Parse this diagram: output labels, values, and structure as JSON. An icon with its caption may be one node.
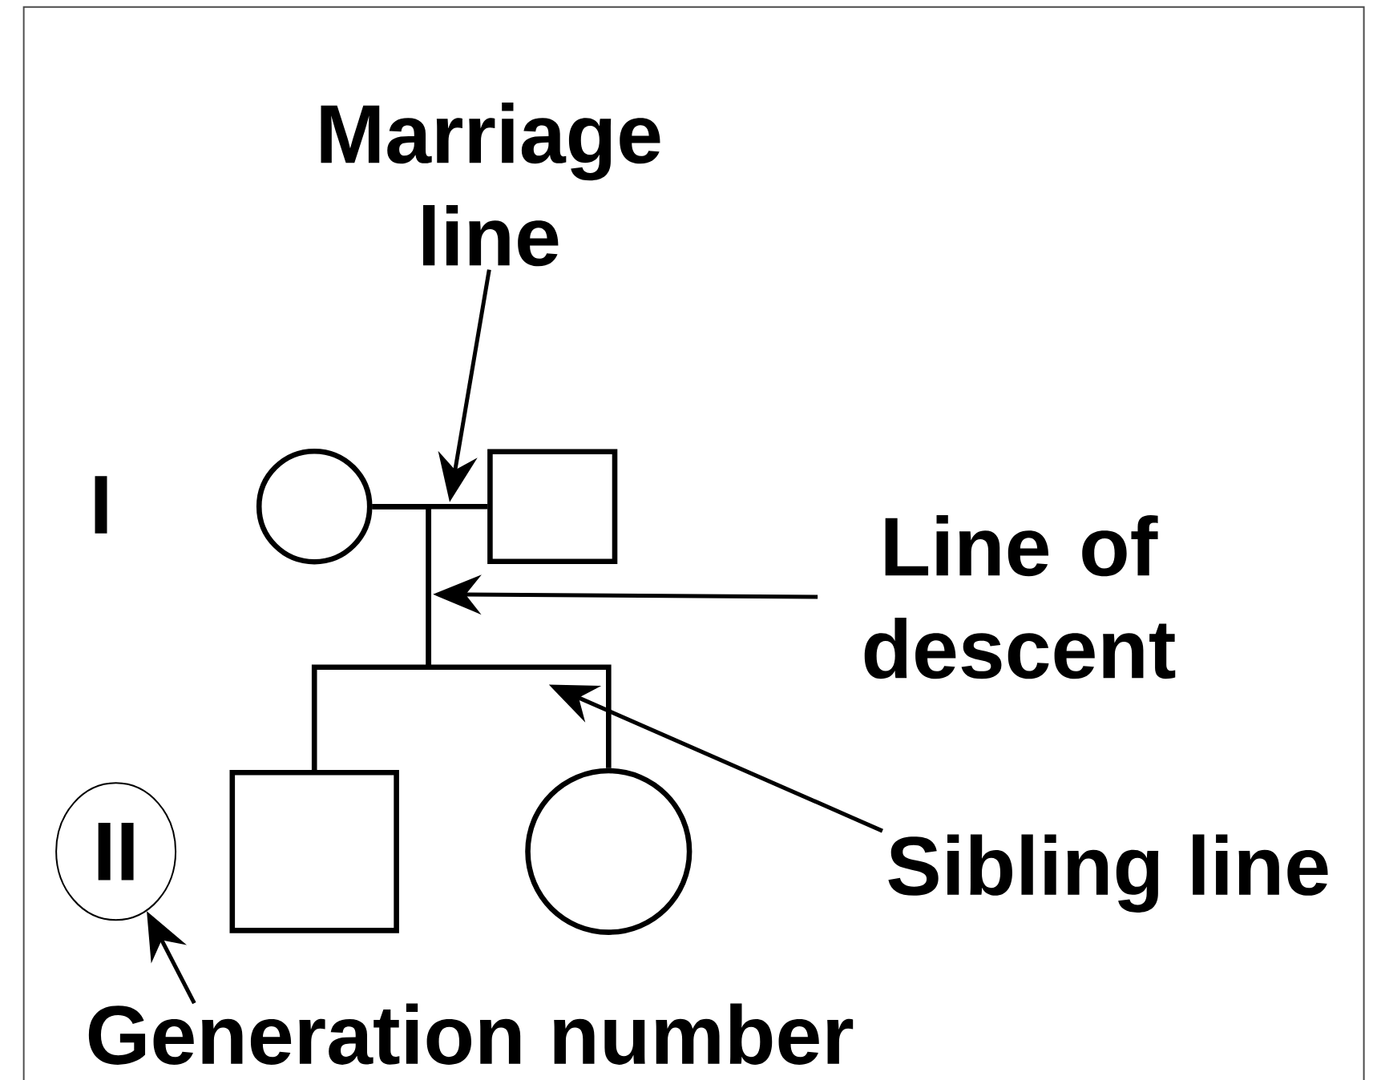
{
  "diagram": {
    "nodes": [
      {
        "text": [
          "Marriage line"
        ]
      },
      {
        "text": [],
        "shape": "circle"
      },
      {
        "text": [],
        "shape": "box"
      },
      {
        "text": [
          "Line of descent"
        ]
      },
      {
        "text": [
          "II"
        ]
      },
      {
        "text": [],
        "shape": "box"
      },
      {
        "text": [],
        "shape": "circle"
      },
      {
        "text": [
          "Sibling line"
        ]
      },
      {
        "text": [
          "Generation number"
        ]
      }
    ],
    "edges": [
      {
        "from": 1,
        "to": 2,
        "arrow": "none"
      },
      {
        "from": 1,
        "to": 5,
        "arrow": "none"
      },
      {
        "from": 1,
        "to": 6,
        "arrow": "none"
      },
      {
        "from": 0,
        "to": null,
        "arrow": "to"
      },
      {
        "from": 3,
        "to": null,
        "arrow": "to"
      },
      {
        "from": 7,
        "to": null,
        "arrow": "to"
      },
      {
        "from": 8,
        "to": 4,
        "arrow": "to"
      }
    ],
    "labels": [
      "I"
    ]
  }
}
